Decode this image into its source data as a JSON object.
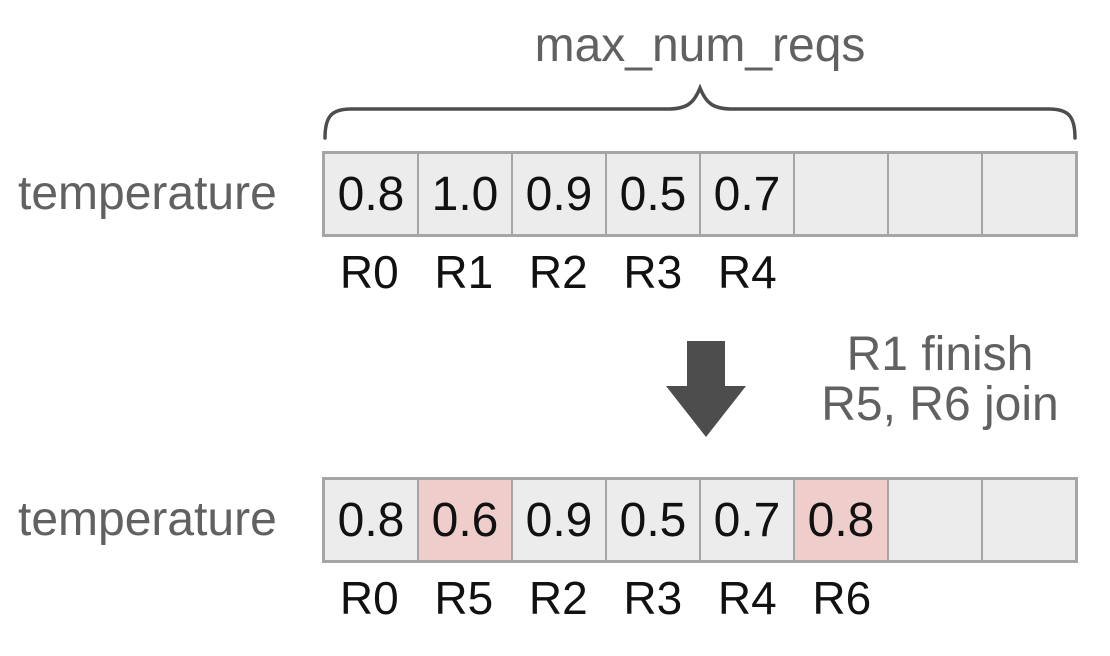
{
  "colors": {
    "cell_bg": "#ececec",
    "cell_highlight": "#eecdcb",
    "grid_border": "#a5a5a5",
    "label_gray": "#616161",
    "ink": "#111111",
    "arrow_gray": "#4d4d4d"
  },
  "title": "max_num_reqs",
  "arrays": {
    "before": {
      "row_label": "temperature",
      "cells": [
        {
          "value": "0.8",
          "highlight": false
        },
        {
          "value": "1.0",
          "highlight": false
        },
        {
          "value": "0.9",
          "highlight": false
        },
        {
          "value": "0.5",
          "highlight": false
        },
        {
          "value": "0.7",
          "highlight": false
        },
        {
          "value": "",
          "highlight": false
        },
        {
          "value": "",
          "highlight": false
        },
        {
          "value": "",
          "highlight": false
        }
      ],
      "request_labels": [
        "R0",
        "R1",
        "R2",
        "R3",
        "R4",
        "",
        "",
        ""
      ]
    },
    "after": {
      "row_label": "temperature",
      "cells": [
        {
          "value": "0.8",
          "highlight": false
        },
        {
          "value": "0.6",
          "highlight": true
        },
        {
          "value": "0.9",
          "highlight": false
        },
        {
          "value": "0.5",
          "highlight": false
        },
        {
          "value": "0.7",
          "highlight": false
        },
        {
          "value": "0.8",
          "highlight": true
        },
        {
          "value": "",
          "highlight": false
        },
        {
          "value": "",
          "highlight": false
        }
      ],
      "request_labels": [
        "R0",
        "R5",
        "R2",
        "R3",
        "R4",
        "R6",
        "",
        ""
      ]
    }
  },
  "transition": {
    "line1": "R1 finish",
    "line2": "R5, R6 join"
  }
}
